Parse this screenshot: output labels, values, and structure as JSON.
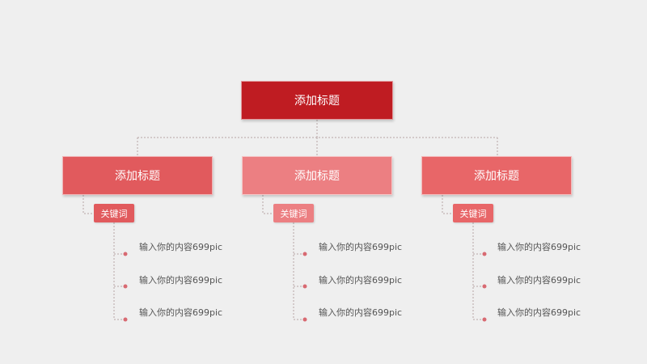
{
  "colors": {
    "background": "#efefef",
    "top": "#bf1c22",
    "branches": [
      "#e15a5d",
      "#ec7f82",
      "#e86668"
    ],
    "keywords": [
      "#e15a5d",
      "#ec7f82",
      "#e86668"
    ],
    "dots": "#d86a72"
  },
  "root": {
    "label": "添加标题"
  },
  "branches": [
    {
      "label": "添加标题",
      "keyword": "关键词",
      "items": [
        "输入你的内容699pic",
        "输入你的内容699pic",
        "输入你的内容699pic"
      ]
    },
    {
      "label": "添加标题",
      "keyword": "关键词",
      "items": [
        "输入你的内容699pic",
        "输入你的内容699pic",
        "输入你的内容699pic"
      ]
    },
    {
      "label": "添加标题",
      "keyword": "关键词",
      "items": [
        "输入你的内容699pic",
        "输入你的内容699pic",
        "输入你的内容699pic"
      ]
    }
  ]
}
